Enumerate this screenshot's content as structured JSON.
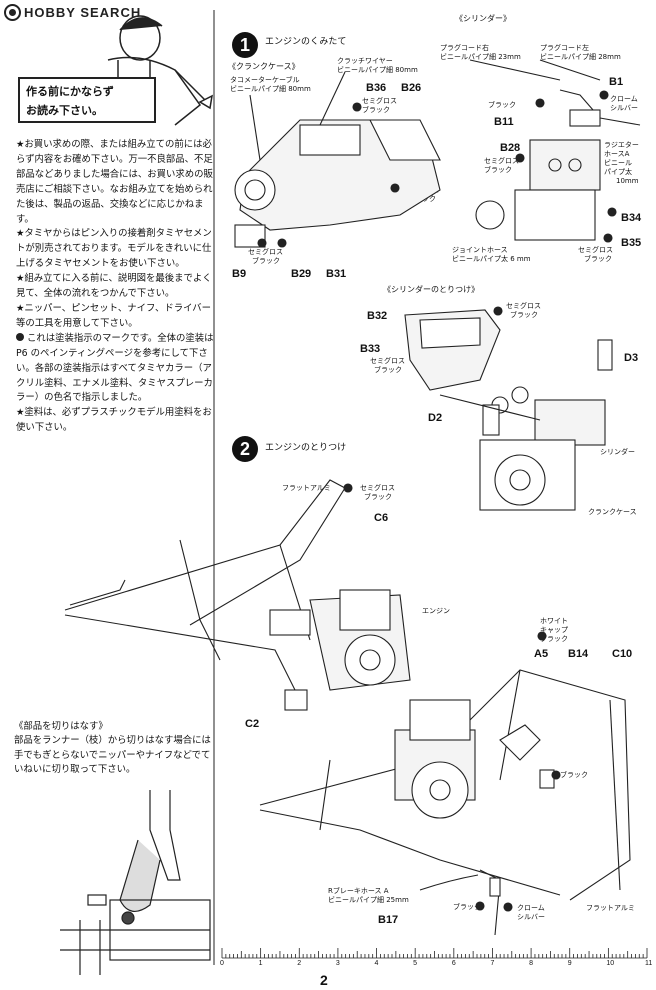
{
  "watermark": "HOBBY SEARCH",
  "sign": {
    "line1": "作る前にかならず",
    "line2": "お読み下さい。"
  },
  "notes": [
    "★お買い求めの際、または組み立ての前には必らず内容をお確め下さい。万一不良部品、不足部品などありました場合には、お買い求めの販売店にご相談下さい。なお組み立てを始められた後は、製品の返品、交換などに応じかねます。",
    "★タミヤからはピン入りの接着剤タミヤセメントが別売されております。モデルをきれいに仕上げるタミヤセメントをお使い下さい。",
    "★組み立てに入る前に、説明図を最後までよく見て、全体の流れをつかんで下さい。",
    "★ニッパー、ピンセット、ナイフ、ドライバー等の工具を用意して下さい。",
    "これは塗装指示のマークです。全体の塗装は P6 のペインティングページを参考にして下さい。各部の塗装指示はすべてタミヤカラー（アクリル塗料、エナメル塗料、タミヤスプレーカラー）の色名で指示しました。",
    "★塗料は、必ずプラスチックモデル用塗料をお使い下さい。"
  ],
  "cut": {
    "title": "《部品を切りはなす》",
    "body": "部品をランナー（枝）から切りはなす場合には手でもぎとらないでニッパーやナイフなどでていねいに切り取って下さい。"
  },
  "step1": {
    "number": "1",
    "title": "エンジンのくみたて",
    "crankcase_title": "《クランクケース》",
    "cylinder_title": "《シリンダー》",
    "labels": {
      "tacho": "タコメーターケーブル",
      "tacho2": "ビニールパイプ細 80mm",
      "clutch": "クラッチワイヤー",
      "clutch2": "ビニールパイプ細 80mm",
      "plug_r": "プラグコード右",
      "plug_r2": "ビニールパイプ細 23mm",
      "plug_l": "プラグコード左",
      "plug_l2": "ビニールパイプ細 28mm",
      "black": "ブラック",
      "chrome1": "クローム",
      "chrome2": "シルバー",
      "semigloss1": "セミグロス",
      "semigloss2": "ブラック",
      "radiator1": "ラジエター",
      "radiator2": "ホースA",
      "radiator3": "ビニール",
      "radiator4": "パイプ太",
      "radiator5": "10mm",
      "joint1": "ジョイントホース",
      "joint2": "ビニールパイプ太 6 mm"
    },
    "parts": [
      "B36",
      "B26",
      "B1",
      "B11",
      "B28",
      "B34",
      "B35",
      "B9",
      "B29",
      "B31"
    ]
  },
  "cyl_mount": {
    "title": "《シリンダーのとりつけ》",
    "parts": [
      "B32",
      "B33",
      "D3",
      "D2"
    ],
    "cylinder": "シリンダー",
    "crankcase": "クランクケース"
  },
  "step2": {
    "number": "2",
    "title": "エンジンのとりつけ",
    "flat_alu": "フラットアルミ",
    "engine": "エンジン",
    "white1": "ホワイト",
    "white2": "キャップ",
    "white3": "ブラック",
    "brake1": "Rブレーキホース A",
    "brake2": "ビニールパイプ細 25mm",
    "parts": [
      "C6",
      "C2",
      "A5",
      "B14",
      "C10",
      "B17"
    ]
  },
  "ruler": [
    "0",
    "1",
    "2",
    "3",
    "4",
    "5",
    "6",
    "7",
    "8",
    "9",
    "10",
    "11"
  ],
  "page_number": "2"
}
